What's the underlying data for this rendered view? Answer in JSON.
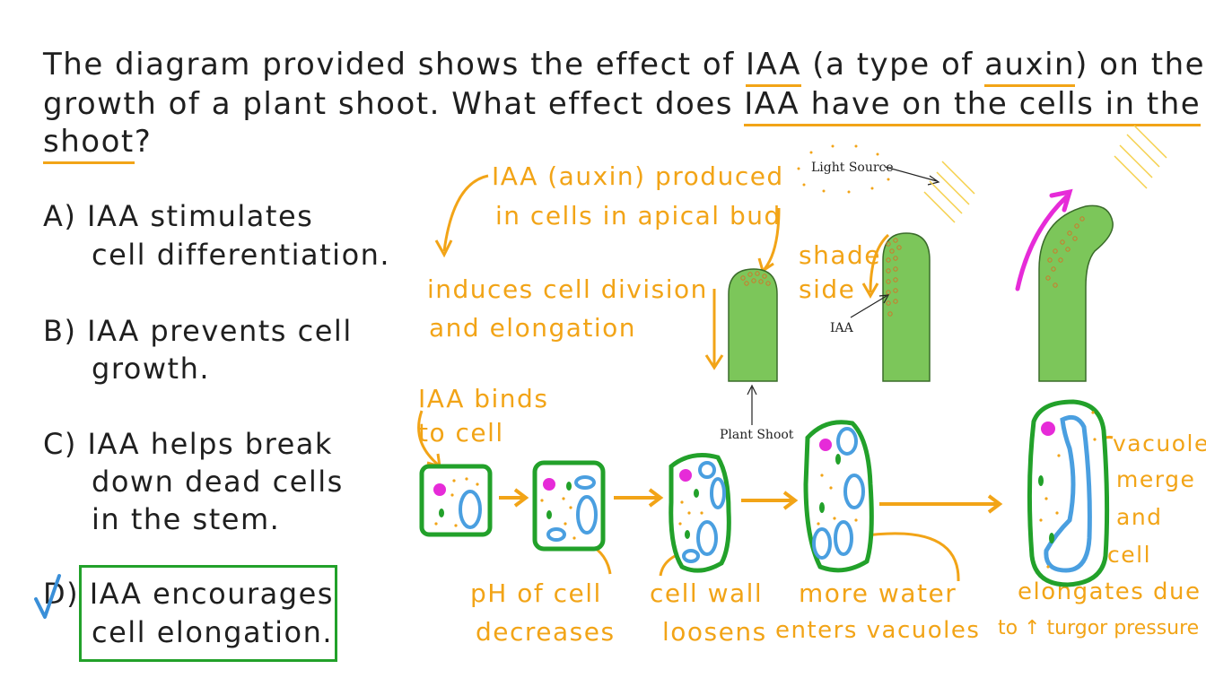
{
  "question": {
    "line1_a": "The diagram provided shows the effect of ",
    "line1_b": "IAA",
    "line1_c": " (a type of ",
    "line1_d": "auxin",
    "line1_e": ") on the",
    "line2_a": "growth of a plant shoot. What effect does ",
    "line2_b": "IAA have on the cells in the",
    "line3_a": "shoot",
    "line3_b": "?"
  },
  "options": [
    {
      "letter": "A)",
      "line1": "IAA stimulates",
      "line2": "cell differentiation."
    },
    {
      "letter": "B)",
      "line1": "IAA prevents cell",
      "line2": "growth."
    },
    {
      "letter": "C)",
      "line1": "IAA helps break",
      "line2": "down dead cells",
      "line3": "in the stem."
    },
    {
      "letter": "D)",
      "line1": "IAA encourages",
      "line2": "cell elongation."
    }
  ],
  "annotations": {
    "produced_1": "IAA (auxin) produced",
    "produced_2": "in cells in apical bud",
    "induces_1": "induces cell division",
    "induces_2": "and elongation",
    "shaded_1": "shaded",
    "shaded_2": "side",
    "binds_1": "IAA binds",
    "binds_2": "to cell",
    "ph_1": "pH of cell",
    "ph_2": "decreases",
    "wall_1": "cell wall",
    "wall_2": "loosens",
    "water_1": "more water",
    "water_2": "enters vacuoles",
    "merge_1": "vacuoles",
    "merge_2": "merge",
    "merge_3": "and",
    "merge_4": "cell",
    "elong_1": "elongates due",
    "elong_2": "to ↑ turgor pressure"
  },
  "labels": {
    "light_source": "Light Source",
    "iaa": "IAA",
    "plant_shoot": "Plant Shoot"
  },
  "colors": {
    "orange": "#f2a417",
    "green_wall": "#22a12a",
    "shoot_fill": "#7cc65a",
    "vacuole": "#4a9fe0",
    "magenta": "#e62bd8",
    "check": "#3a8fd8"
  },
  "icons": [
    "checkmark-icon"
  ]
}
